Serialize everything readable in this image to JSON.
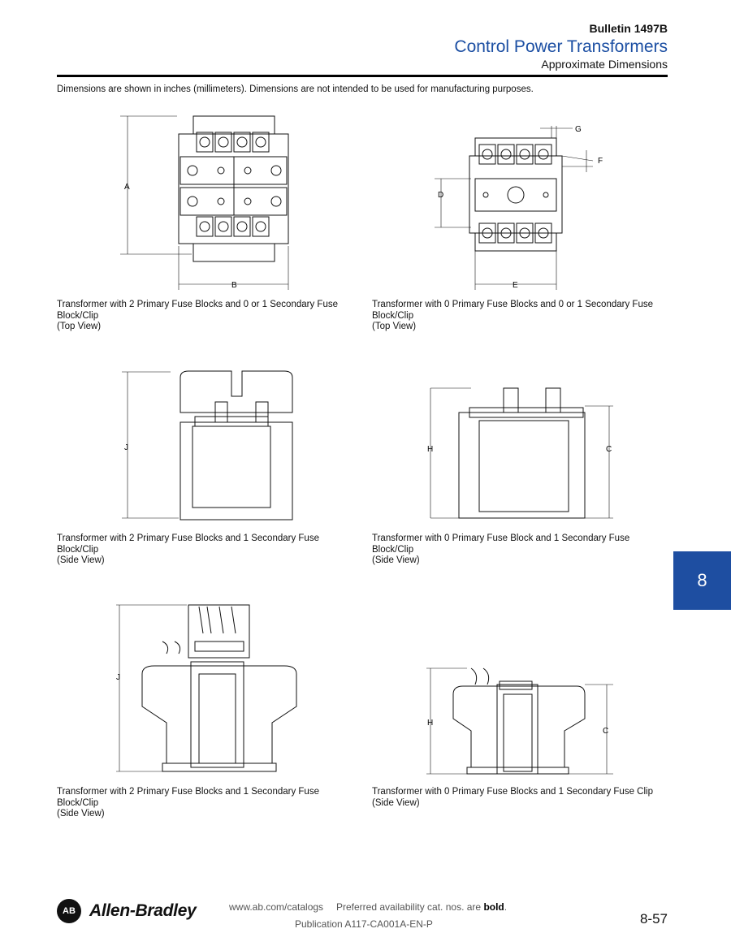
{
  "header": {
    "bulletin": "Bulletin 1497B",
    "title": "Control Power Transformers",
    "subtitle": "Approximate Dimensions"
  },
  "note": "Dimensions are shown in inches (millimeters). Dimensions are not intended to be used for manufacturing purposes.",
  "figures": [
    {
      "caption_line1": "Transformer with 2 Primary Fuse Blocks and 0 or 1 Secondary Fuse",
      "caption_line2": "Block/Clip",
      "caption_line3": "(Top View)",
      "labels": [
        "A",
        "B"
      ]
    },
    {
      "caption_line1": "Transformer with 0 Primary Fuse Blocks and 0 or 1 Secondary Fuse",
      "caption_line2": "Block/Clip",
      "caption_line3": "(Top View)",
      "labels": [
        "G",
        "F",
        "D",
        "E"
      ]
    },
    {
      "caption_line1": "Transformer with 2 Primary Fuse Blocks and 1 Secondary Fuse",
      "caption_line2": "Block/Clip",
      "caption_line3": "(Side View)",
      "labels": [
        "J"
      ]
    },
    {
      "caption_line1": "Transformer with 0 Primary Fuse Block and 1 Secondary Fuse",
      "caption_line2": "Block/Clip",
      "caption_line3": "(Side View)",
      "labels": [
        "H",
        "C"
      ]
    },
    {
      "caption_line1": "Transformer with 2 Primary Fuse Blocks and 1 Secondary Fuse",
      "caption_line2": "Block/Clip",
      "caption_line3": "(Side View)",
      "labels": [
        "J"
      ]
    },
    {
      "caption_line1": "Transformer with 0 Primary Fuse Blocks and 1 Secondary Fuse Clip",
      "caption_line2": "(Side View)",
      "caption_line3": "",
      "labels": [
        "H",
        "C"
      ]
    }
  ],
  "section_tab": "8",
  "footer": {
    "logo_mark": "AB",
    "brand": "Allen-Bradley",
    "url": "www.ab.com/catalogs",
    "preferred_text": "Preferred availability cat. nos. are",
    "preferred_bold": "bold",
    "publication": "Publication A117-CA001A-EN-P",
    "page_number": "8-57"
  }
}
